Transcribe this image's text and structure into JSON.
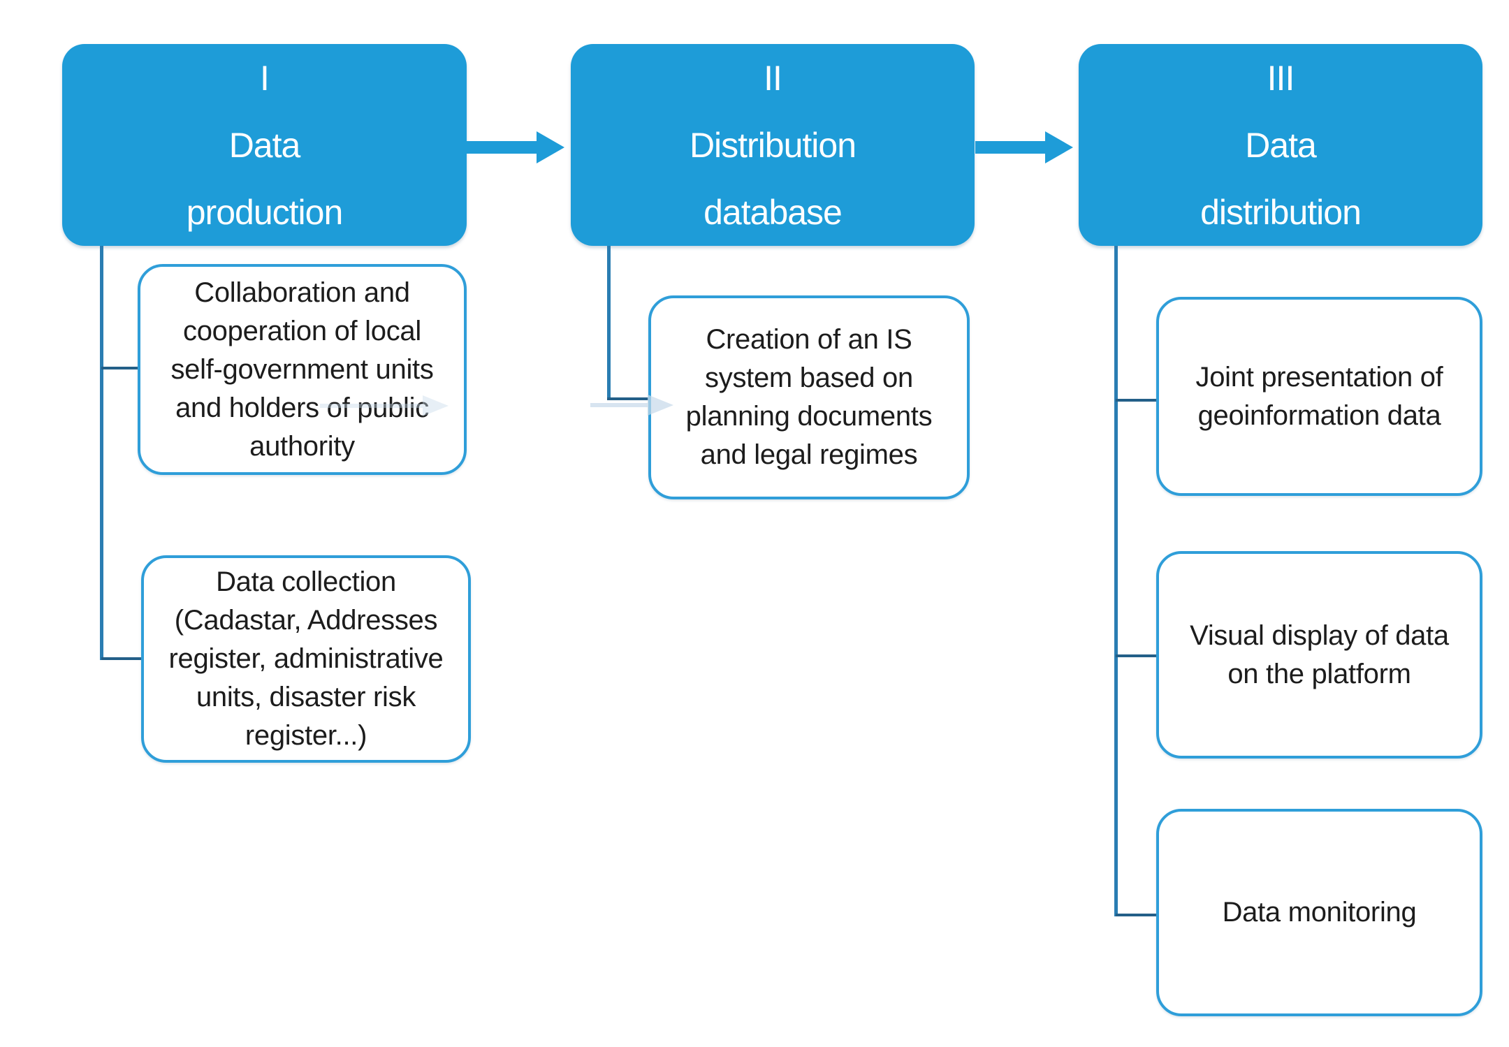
{
  "diagram": {
    "type": "process-flow-smartart",
    "colors": {
      "primary": "#1e9cd8",
      "child_border": "#2f9ed9",
      "connector": "#2a7db2",
      "stub": "#235f88",
      "ghost": "#c7daea",
      "body_text": "#1c1c1c",
      "header_text": "#ffffff"
    },
    "stages": [
      {
        "numeral": "I",
        "title_lines": [
          "Data",
          "production"
        ],
        "children": [
          {
            "lines": [
              "Collaboration and",
              "cooperation of local",
              "self-government units",
              "and holders of public",
              "authority"
            ]
          },
          {
            "lines": [
              "Data collection",
              "(Cadastar, Addresses",
              "register, administrative",
              "units, disaster risk",
              "register...)"
            ]
          }
        ]
      },
      {
        "numeral": "II",
        "title_lines": [
          "Distribution",
          "database"
        ],
        "children": [
          {
            "lines": [
              "Creation of an IS",
              "system based on",
              "planning documents",
              "and legal regimes"
            ]
          }
        ]
      },
      {
        "numeral": "III",
        "title_lines": [
          "Data",
          "distribution"
        ],
        "children": [
          {
            "lines": [
              "Joint presentation of",
              "geoinformation data"
            ]
          },
          {
            "lines": [
              "Visual display of data",
              "on the platform"
            ]
          },
          {
            "lines": [
              "Data monitoring"
            ]
          }
        ]
      }
    ],
    "icons": [
      "right-arrow-icon",
      "right-arrow-icon",
      "ghost-right-arrow-icon",
      "ghost-right-arrow-icon"
    ]
  }
}
